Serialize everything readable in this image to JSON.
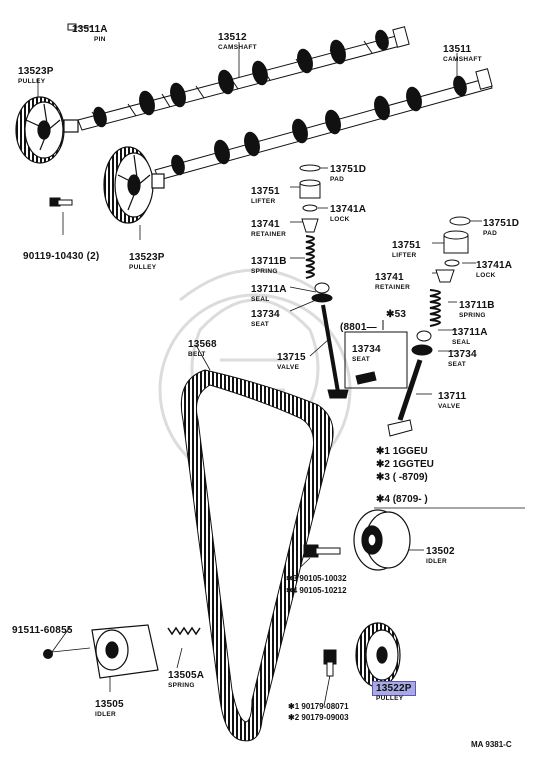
{
  "diagram": {
    "ref_code": "MA 9381-C",
    "parts": {
      "p13511A": {
        "num": "13511A",
        "name": "PIN"
      },
      "p13512": {
        "num": "13512",
        "name": "CAMSHAFT"
      },
      "p13511": {
        "num": "13511",
        "name": "CAMSHAFT"
      },
      "p13523P_a": {
        "num": "13523P",
        "name": "PULLEY"
      },
      "p13523P_b": {
        "num": "13523P",
        "name": "PULLEY"
      },
      "p90119": {
        "num": "90119-10430 (2)"
      },
      "p13751D_a": {
        "num": "13751D",
        "name": "PAD"
      },
      "p13751_a": {
        "num": "13751",
        "name": "LIFTER"
      },
      "p13741A_a": {
        "num": "13741A",
        "name": "LOCK"
      },
      "p13741_a": {
        "num": "13741",
        "name": "RETAINER"
      },
      "p13711B_a": {
        "num": "13711B",
        "name": "SPRING"
      },
      "p13711A_a": {
        "num": "13711A",
        "name": "SEAL"
      },
      "p13734_a": {
        "num": "13734",
        "name": "SEAT"
      },
      "p13715": {
        "num": "13715",
        "name": "VALVE"
      },
      "p13734_box": {
        "num": "13734",
        "name": "SEAT"
      },
      "p8801": {
        "num": "(8801—"
      },
      "p53": {
        "num": "✱53"
      },
      "p13568": {
        "num": "13568",
        "name": "BELT"
      },
      "p13751D_b": {
        "num": "13751D",
        "name": "PAD"
      },
      "p13751_b": {
        "num": "13751",
        "name": "LIFTER"
      },
      "p13741A_b": {
        "num": "13741A",
        "name": "LOCK"
      },
      "p13741_b": {
        "num": "13741",
        "name": "RETAINER"
      },
      "p13711B_b": {
        "num": "13711B",
        "name": "SPRING"
      },
      "p13711A_b": {
        "num": "13711A",
        "name": "SEAL"
      },
      "p13734_b": {
        "num": "13734",
        "name": "SEAT"
      },
      "p13711": {
        "num": "13711",
        "name": "VALVE"
      },
      "p13502": {
        "num": "13502",
        "name": "IDLER"
      },
      "p90105_a": {
        "num": "✱3 90105-10032"
      },
      "p90105_b": {
        "num": "✱4 90105-10212"
      },
      "p91511": {
        "num": "91511-60855"
      },
      "p13505A": {
        "num": "13505A",
        "name": "SPRING"
      },
      "p13505": {
        "num": "13505",
        "name": "IDLER"
      },
      "p13522P": {
        "num": "13522P",
        "name": "PULLEY"
      },
      "p90179_a": {
        "num": "✱1 90179-08071"
      },
      "p90179_b": {
        "num": "✱2 90179-09003"
      }
    },
    "legend": {
      "l1": "✱1  1GGEU",
      "l2": "✱2  1GGTEU",
      "l3": "✱3  (        -8709)",
      "l4": "✱4  (8709-        )"
    },
    "colors": {
      "line": "#111111",
      "highlight": "#a9a9e6",
      "watermark": "#cfcfcf"
    }
  }
}
